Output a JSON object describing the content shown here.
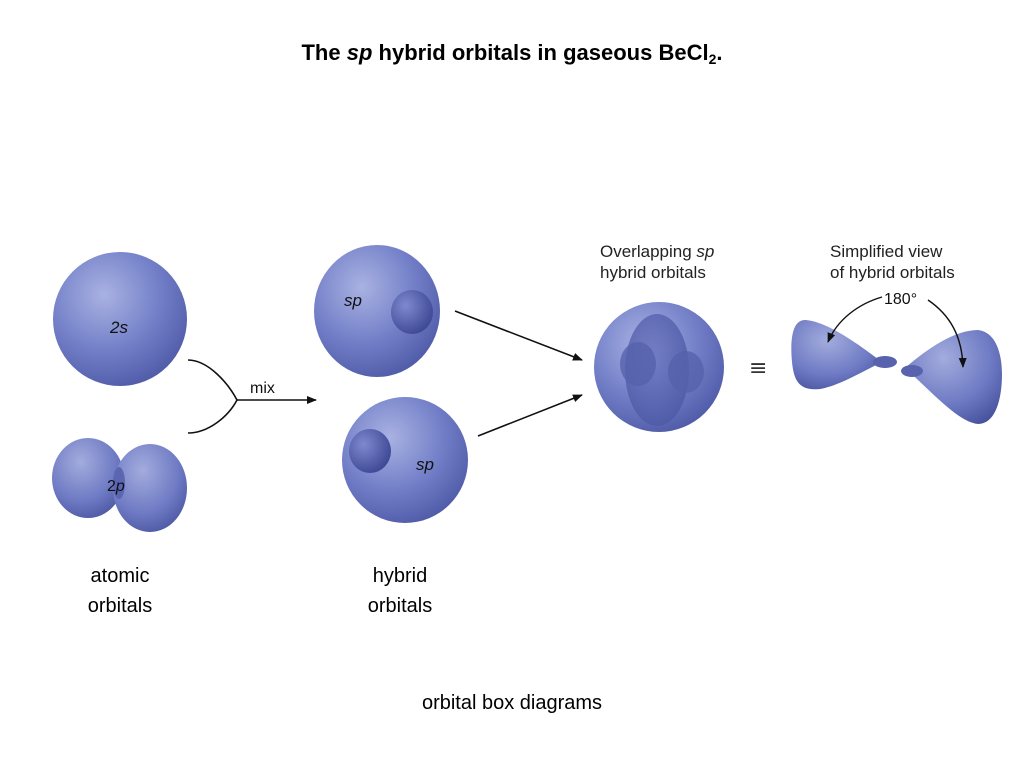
{
  "title": {
    "prefix": "The ",
    "italic": "sp",
    "middle": " hybrid orbitals in gaseous BeCl",
    "subscript": "2",
    "suffix": "."
  },
  "figure": {
    "label_2s": "2s",
    "label_2p_num": "2",
    "label_2p_italic": "p",
    "label_sp_top": "sp",
    "label_sp_bottom": "sp",
    "mix_label": "mix",
    "overlap_heading_line1_prefix": "Overlapping ",
    "overlap_heading_line1_italic": "sp",
    "overlap_heading_line2": "hybrid orbitals",
    "simplified_heading_line1": "Simplified view",
    "simplified_heading_line2": "of hybrid orbitals",
    "angle_label": "180°",
    "equivalence_symbol": "≡"
  },
  "captions": {
    "atomic_line1": "atomic",
    "atomic_line2": "orbitals",
    "hybrid_line1": "hybrid",
    "hybrid_line2": "orbitals",
    "bottom": "orbital box diagrams"
  },
  "colors": {
    "orbital_fill": "#6f7bc4",
    "orbital_light": "#a3acdd",
    "orbital_dark": "#3f4a96",
    "arrow": "#111111"
  }
}
